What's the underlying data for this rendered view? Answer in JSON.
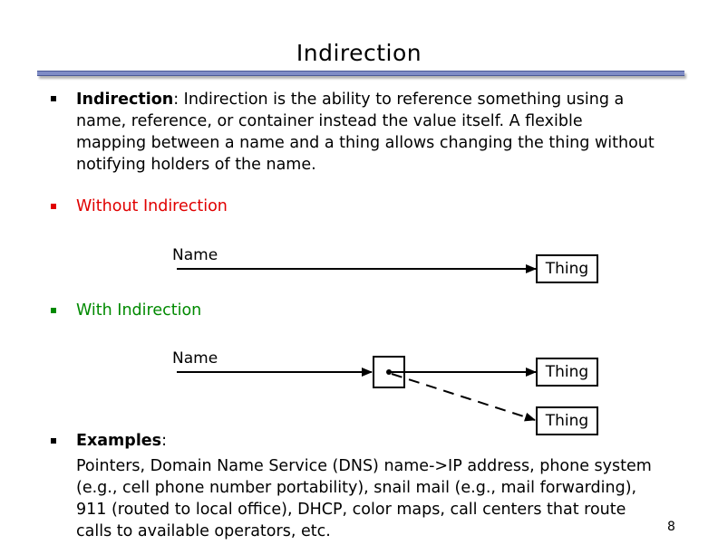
{
  "slide": {
    "title": "Indirection",
    "page_number": "8"
  },
  "bullets": {
    "definition": {
      "term": "Indirection",
      "text_lines": [
        ": Indirection is the ability to reference something using a",
        "name, reference, or container instead the value itself.  A flexible",
        "mapping between a name and a thing allows changing the thing without",
        "notifying holders of the name."
      ]
    },
    "without": {
      "label": "Without Indirection",
      "color": "#e00000"
    },
    "with": {
      "label": "With Indirection",
      "color": "#008a00"
    },
    "examples": {
      "term": "Examples",
      "suffix": ":",
      "lines": [
        "Pointers, Domain Name Service (DNS) name->IP address, phone system",
        "(e.g., cell phone number portability), snail mail (e.g., mail forwarding),",
        "911 (routed to local office), DHCP, color maps, call centers that route",
        "calls to available operators, etc."
      ]
    }
  },
  "diagram_without": {
    "name_label": "Name",
    "thing_label": "Thing"
  },
  "diagram_with": {
    "name_label": "Name",
    "thing_label": "Thing",
    "alt_thing_label": "Thing"
  }
}
